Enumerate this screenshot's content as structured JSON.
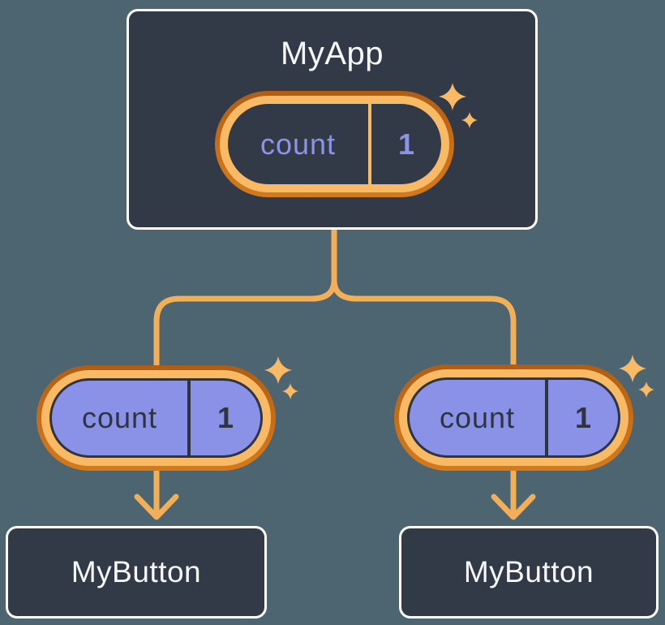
{
  "root_component": {
    "name": "MyApp",
    "state_pill": {
      "key": "count",
      "value": "1"
    }
  },
  "child_components": [
    {
      "name": "MyButton",
      "prop_pill": {
        "key": "count",
        "value": "1"
      }
    },
    {
      "name": "MyButton",
      "prop_pill": {
        "key": "count",
        "value": "1"
      }
    }
  ],
  "icons": {
    "sparkle_large": "sparkle-four-point-star",
    "sparkle_small": "sparkle-four-point-star"
  },
  "colors": {
    "page_background": "#4C6570",
    "card_background": "#333A47",
    "card_border": "#FFFFFF",
    "title_text": "#F7F8FA",
    "pill_ring_outer": "#C2691B",
    "pill_ring_inner": "#F8BA64",
    "pill_fill_periwinkle": "#8A92E8",
    "pill_text_dark": "#2E3440",
    "pill_text_periwinkle": "#8B93EA",
    "connector_line": "#F3AE58",
    "sparkle": "#F8BA64"
  }
}
